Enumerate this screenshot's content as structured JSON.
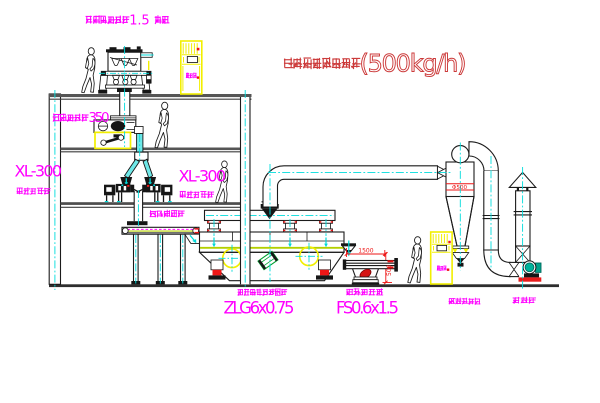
{
  "title": {
    "name_cn": "农药生产线流程图",
    "capacity": "(500kg/h)",
    "color": "#cc3a3a"
  },
  "labels": {
    "gravity_mixer": {
      "text": "无重力混合机1.5 立方",
      "color": "#ff00ff"
    },
    "high_speed_mixer": {
      "text": "高速混合机350",
      "color": "#ff00ff"
    },
    "xl300_left": {
      "text": "XL-300",
      "color": "#ff00ff"
    },
    "granulator_left": {
      "text": "摇摆制粒机",
      "color": "#ff00ff"
    },
    "xl300_right": {
      "text": "XL-300",
      "color": "#ff00ff"
    },
    "granulator_right": {
      "text": "摇摆制粒机",
      "color": "#ff00ff"
    },
    "belt_conveyor": {
      "text": "皮带输送机",
      "color": "#ff00ff"
    },
    "dryer": {
      "text": "振动流化床干燥机",
      "color": "#ff00ff"
    },
    "dryer_model": {
      "text": "ZLG6x0.75",
      "color": "#ff00ff"
    },
    "sieve": {
      "text": "方形振动筛",
      "color": "#ff00ff"
    },
    "sieve_model": {
      "text": "FS0.6x1.5",
      "color": "#ff00ff"
    },
    "cyclone": {
      "text": "旋风除尘器",
      "color": "#ff00ff"
    },
    "fan": {
      "text": "引风机",
      "color": "#ff00ff"
    },
    "cabinet_top": {
      "text": "控制柜",
      "color": "#ff00ff"
    },
    "cabinet_ground": {
      "text": "控制柜",
      "color": "#ff00ff"
    },
    "dim_sieve_length": {
      "text": "1500",
      "color": "#ee1616"
    },
    "dim_sieve_height": {
      "text": "500",
      "color": "#ee1616"
    },
    "cyclone_diameter": {
      "text": "Φ500",
      "color": "#ee1616"
    }
  },
  "colors": {
    "background": "#ffffff",
    "outline": "#1b1b1b",
    "centerline_cyan": "#00dcdc",
    "label_magenta": "#ff00ff",
    "dimension_red": "#ee1616",
    "highlight_yellow": "#f2ef00",
    "screen_olive": "#b4cf00",
    "fan_teal": "#00b096",
    "title_red": "#cc3a3a"
  }
}
